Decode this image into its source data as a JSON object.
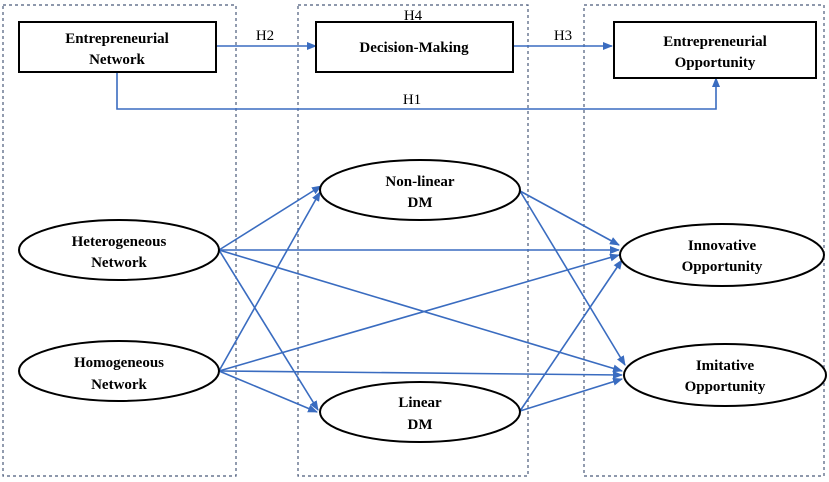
{
  "colors": {
    "arrow": "#3a6cc0",
    "frame": "#4a5a7a",
    "node_border": "#000000",
    "text": "#000000"
  },
  "nodes": {
    "entrepreneurial_network": {
      "line1": "Entrepreneurial",
      "line2": "Network"
    },
    "decision_making": {
      "label": "Decision-Making"
    },
    "entrepreneurial_opportunity": {
      "line1": "Entrepreneurial",
      "line2": "Opportunity"
    },
    "heterogeneous_network": {
      "line1": "Heterogeneous",
      "line2": "Network"
    },
    "homogeneous_network": {
      "line1": "Homogeneous",
      "line2": "Network"
    },
    "nonlinear_dm": {
      "line1": "Non-linear",
      "line2": "DM"
    },
    "linear_dm": {
      "line1": "Linear",
      "line2": "DM"
    },
    "innovative_opportunity": {
      "line1": "Innovative",
      "line2": "Opportunity"
    },
    "imitative_opportunity": {
      "line1": "Imitative",
      "line2": "Opportunity"
    }
  },
  "hypotheses": {
    "h1": "H1",
    "h2": "H2",
    "h3": "H3",
    "h4": "H4"
  }
}
